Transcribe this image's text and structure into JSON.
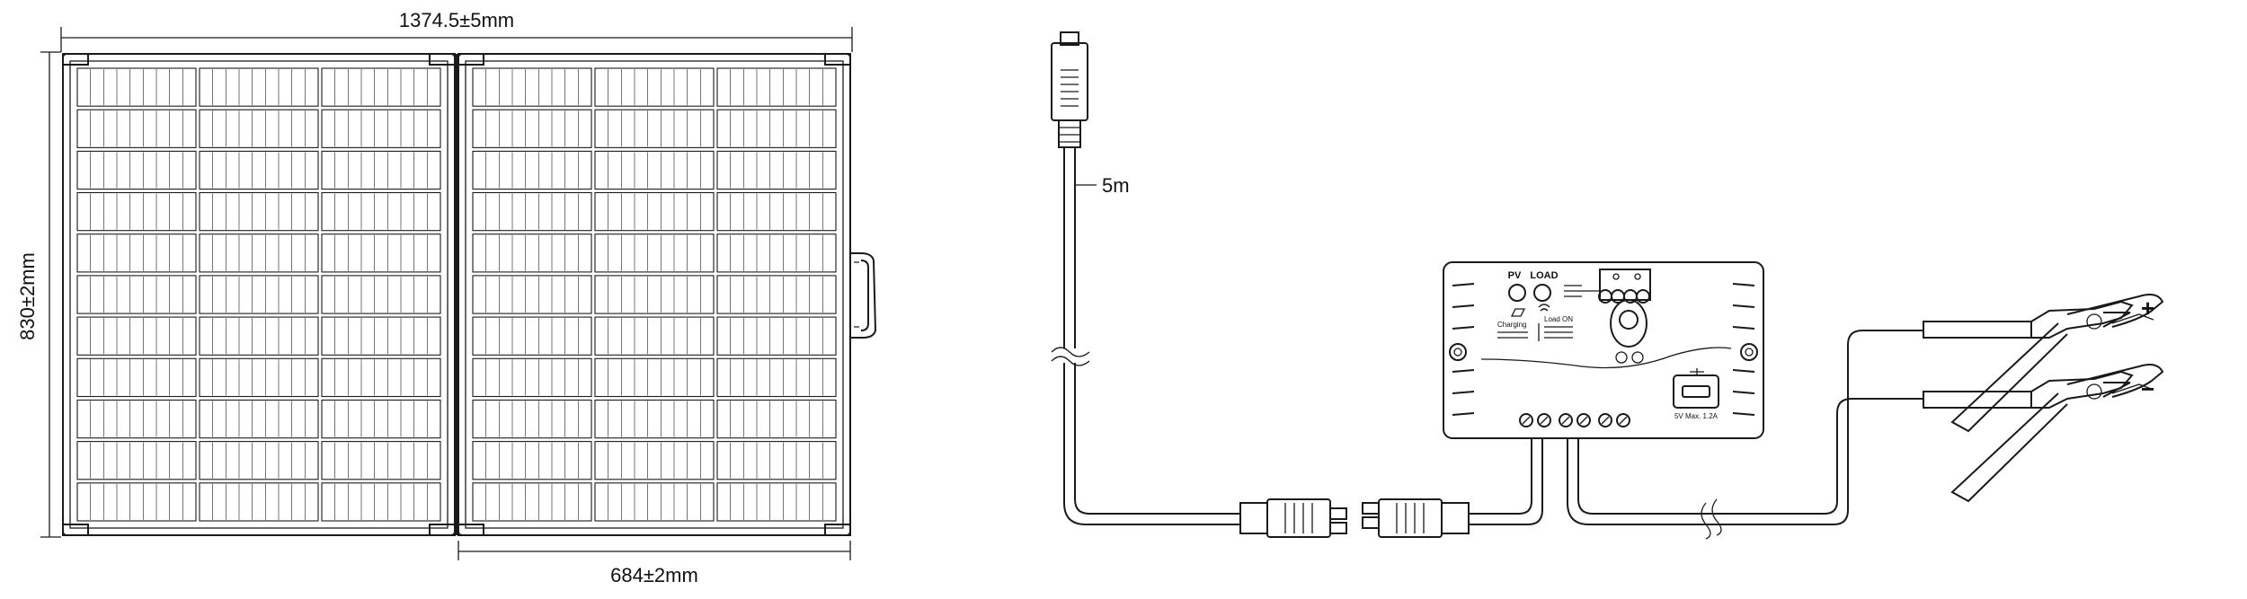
{
  "panel": {
    "width_dimension": "1374.5±5mm",
    "height_dimension": "830±2mm",
    "half_width_dimension": "684±2mm"
  },
  "cable": {
    "length_label": "5m"
  },
  "controller": {
    "pv_label": "PV",
    "load_label": "LOAD",
    "usb_label": "5V  Max. 1.2A",
    "charging_label": "Charging",
    "load_on_label": "Load ON"
  },
  "clamps": {
    "positive_sign": "+",
    "negative_sign": "−"
  }
}
